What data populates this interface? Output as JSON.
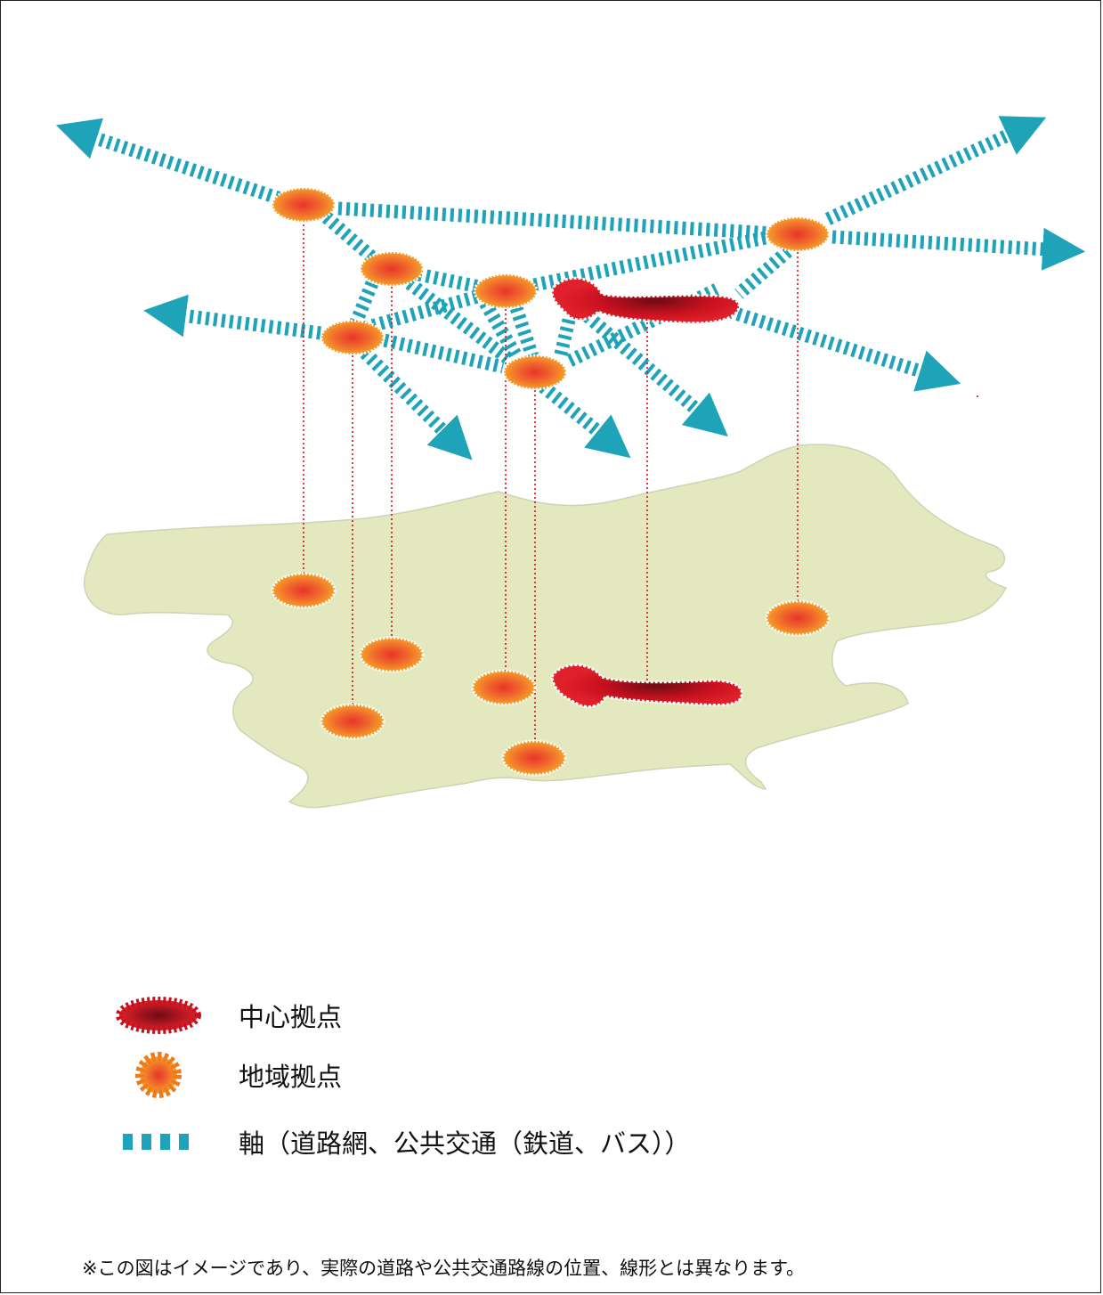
{
  "legend": {
    "central_hub": {
      "label": "中心拠点",
      "icon": "central-hub-icon"
    },
    "regional_hub": {
      "label": "地域拠点",
      "icon": "regional-hub-icon"
    },
    "axis": {
      "label": "軸（道路網、公共交通（鉄道、バス））",
      "icon": "axis-icon"
    }
  },
  "note": "※この図はイメージであり、実際の道路や公共交通路線の位置、線形とは異なります。",
  "colors": {
    "axis": "#1fa3b8",
    "central_hub": "#c8111f",
    "central_hub_core": "#6e0b14",
    "regional_hub": "#f5a02a",
    "regional_hub_core": "#e8352a",
    "map_fill": "#e3e8bf",
    "connector": "#c8111f"
  }
}
